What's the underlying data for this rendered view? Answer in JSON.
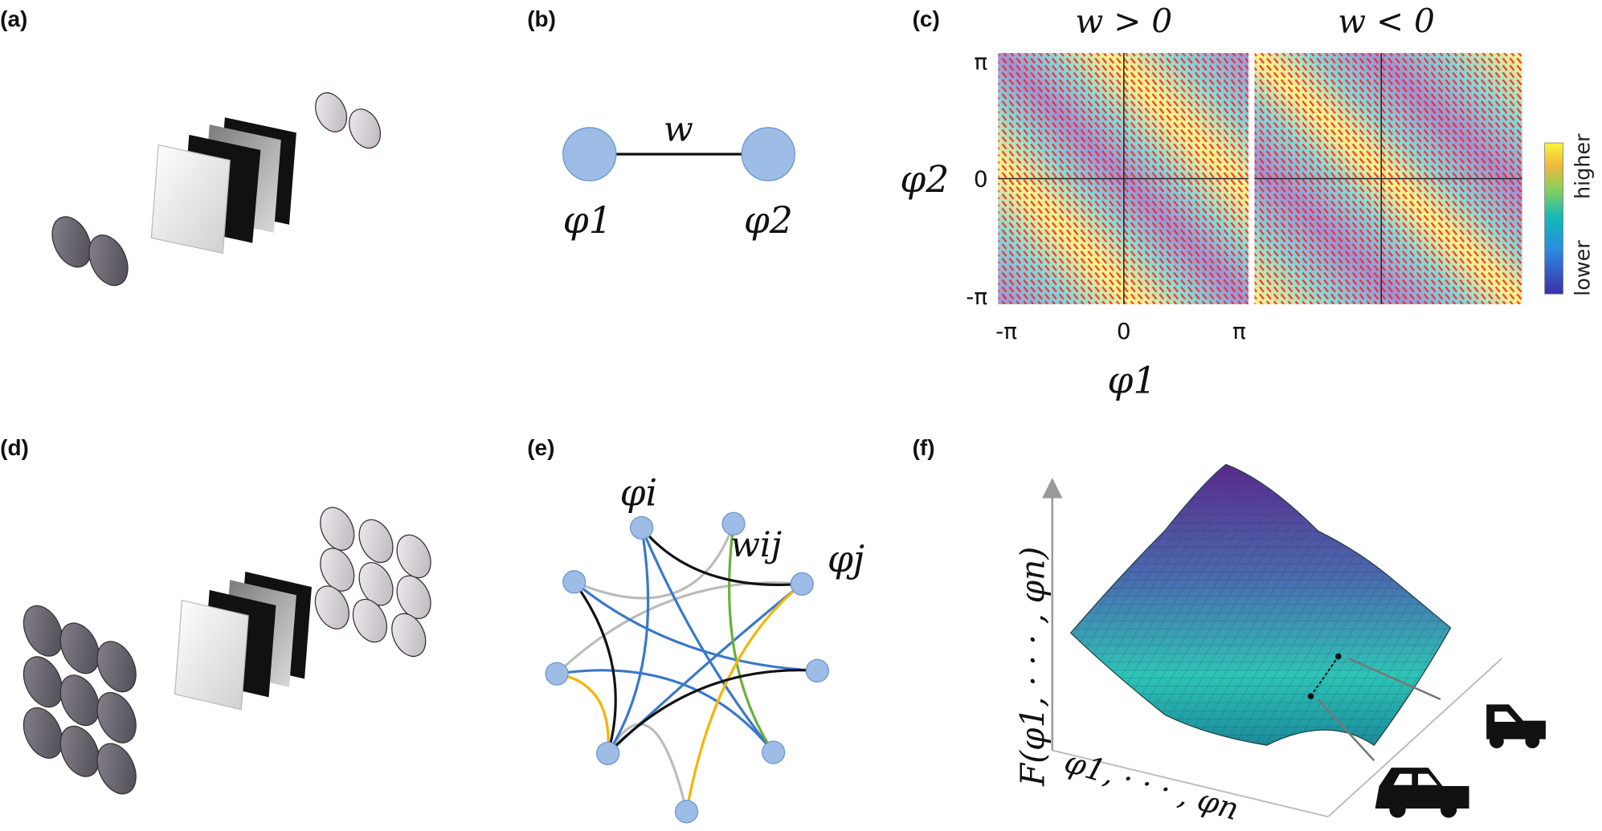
{
  "panels": {
    "a": {
      "label": "(a)"
    },
    "b": {
      "label": "(b)",
      "edge": "w",
      "node1": "φ1",
      "node2": "φ2"
    },
    "c": {
      "label": "(c)",
      "title_left": "w > 0",
      "title_right": "w < 0",
      "y_ticks": [
        "π",
        "0",
        "-π"
      ],
      "x_ticks": [
        "-π",
        "0",
        "π"
      ],
      "xlabel": "φ1",
      "ylabel": "φ2",
      "colorbar_high": "higher",
      "colorbar_low": "lower"
    },
    "d": {
      "label": "(d)"
    },
    "e": {
      "label": "(e)",
      "node_i": "φi",
      "edge_ij": "wij",
      "node_j": "φj"
    },
    "f": {
      "label": "(f)",
      "zlabel": "F(φ1, · · · , φn)",
      "xlabel": "φ1, · · · , φn"
    }
  },
  "colors": {
    "node": "#9dbde6",
    "dots": "#ff1a1a",
    "heat_low": "#9b94d6",
    "heat_high": "#fbf58a",
    "edge_gray": "#bbbbbb",
    "edge_blue": "#3a78c9",
    "edge_orange": "#f5b400",
    "edge_green": "#6aae3a"
  }
}
